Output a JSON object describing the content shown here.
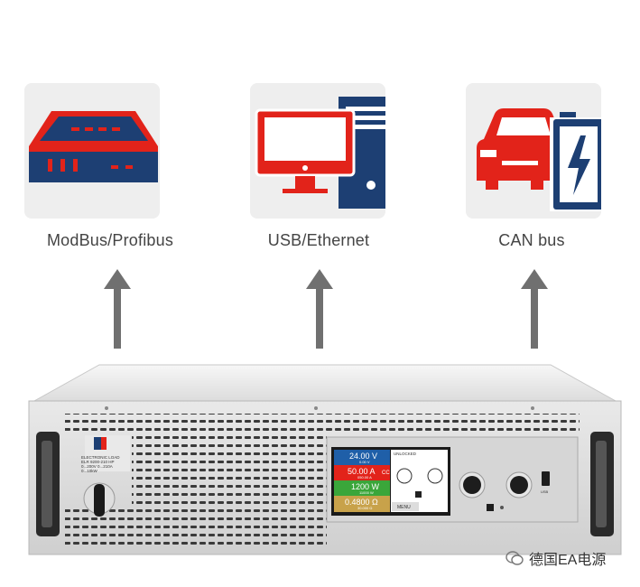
{
  "interfaces": [
    {
      "label": "ModBus/Profibus",
      "icon": "network-device-icon"
    },
    {
      "label": "USB/Ethernet",
      "icon": "computer-icon"
    },
    {
      "label": "CAN bus",
      "icon": "car-battery-icon"
    }
  ],
  "device": {
    "badge_lines": [
      "ELECTRONIC LOAD",
      "ELR 9200-210 HP",
      "0...200V 0...210A",
      "0...10kW"
    ],
    "status": "UNLOCKED",
    "readouts": [
      {
        "main": "24.00 V",
        "sub": "0.00 V",
        "mode": ""
      },
      {
        "main": "50.00 A",
        "sub": "050.00 A",
        "mode": "CC"
      },
      {
        "main": "1200 W",
        "sub": "11000 W",
        "mode": ""
      },
      {
        "main": "0.4800 Ω",
        "sub": "30.000 Ω",
        "mode": ""
      }
    ],
    "menu_label": "MENU",
    "usb_label": "USB"
  },
  "watermark": {
    "text": "德国EA电源"
  },
  "colors": {
    "red": "#e2231a",
    "navy": "#1d3f73",
    "tile": "#eeeeee",
    "arrow": "#707070"
  }
}
